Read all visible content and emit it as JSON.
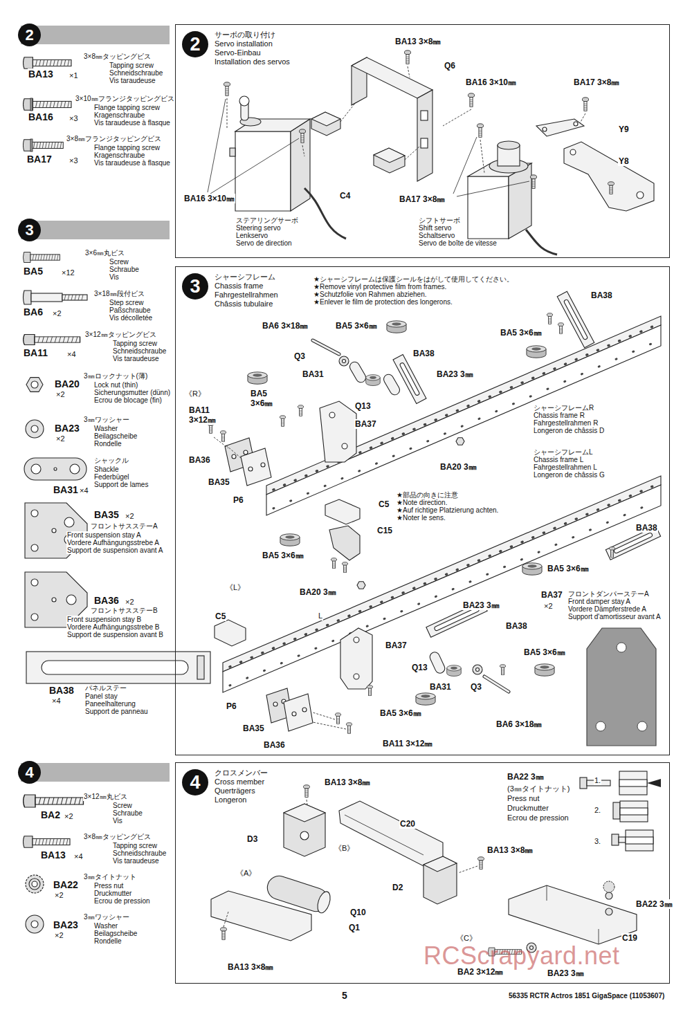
{
  "diagram": {
    "nodes": [
      {
        "text": [
          "2"
        ]
      },
      {
        "text": [
          "3"
        ]
      },
      {
        "text": [
          "4"
        ]
      },
      {
        "text": [
          "2",
          "サーボの取り付け",
          "Servo installation",
          "Servo-Einbau",
          "Installation des servos"
        ]
      },
      {
        "text": [
          "3",
          "シャーシフレーム",
          "Chassis frame",
          "Fahrgestellrahmen",
          "Châssis tubulaire"
        ]
      },
      {
        "text": [
          "4",
          "クロスメンバー",
          "Cross member",
          "Querträgers",
          "Longeron"
        ]
      }
    ],
    "labels": [
      "3×8㎜タッピングビス",
      "Tapping screw",
      "Schneidschraube",
      "Vis taraudeuse",
      "BA13",
      "×1",
      "3×10㎜フランジタッピングビス",
      "Flange tapping screw",
      "Kragenschraube",
      "Vis taraudeuse à flasque",
      "BA16",
      "×3",
      "3×8㎜フランジタッピングビス",
      "Flange tapping screw",
      "Kragenschraube",
      "Vis taraudeuse à flasque",
      "BA17",
      "×3",
      "3×6㎜丸ビス",
      "Screw",
      "Schraube",
      "Vis",
      "BA5",
      "×12",
      "3×18㎜段付ビス",
      "Step screw",
      "Paßschraube",
      "Vis décolletée",
      "BA6",
      "×2",
      "3×12㎜タッピングビス",
      "Tapping screw",
      "Schneidschraube",
      "Vis taraudeuse",
      "BA11",
      "×4",
      "3㎜ロックナット(薄)",
      "Lock nut (thin)",
      "Sicherungsmutter (dünn)",
      "Ecrou de blocage (fin)",
      "BA20",
      "×2",
      "3㎜ワッシャー",
      "Washer",
      "Beilagscheibe",
      "Rondelle",
      "BA23",
      "×2",
      "シャックル",
      "Shackle",
      "Federbügel",
      "Support de lames",
      "BA31",
      "×4",
      "BA35",
      "×2",
      "フロントサスステーA",
      "Front suspension stay A",
      "Vordere Aufhängungsstrebe A",
      "Support de suspension avant A",
      "BA36",
      "×2",
      "フロントサスステーB",
      "Front suspension stay B",
      "Vordere Aufhängungsstrebe B",
      "Support de suspension avant B",
      "BA38",
      "×4",
      "パネルステー",
      "Panel stay",
      "Paneelhalterung",
      "Support de panneau",
      "3×12㎜丸ビス",
      "Screw",
      "Schraube",
      "Vis",
      "BA2",
      "×2",
      "3×8㎜タッピングビス",
      "Tapping screw",
      "Schneidschraube",
      "Vis taraudeuse",
      "BA13",
      "×4",
      "3㎜タイトナット",
      "Press nut",
      "Druckmutter",
      "Ecrou de pression",
      "BA22",
      "×2",
      "3㎜ワッシャー",
      "Washer",
      "Beilagscheibe",
      "Rondelle",
      "BA23",
      "×2",
      "BA13 3×8㎜",
      "Q6",
      "BA16 3×10㎜",
      "BA17 3×8㎜",
      "Y9",
      "Y8",
      "BA16 3×10㎜",
      "C4",
      "BA17 3×8㎜",
      "ステアリングサーボ",
      "Steering servo",
      "Lenkservo",
      "Servo de direction",
      "シフトサーボ",
      "Shift servo",
      "Schaltservo",
      "Servo de boîte de vitesse",
      "★シャーシフレームは保護シールをはがして使用してください。",
      "★Remove vinyl protective film from frames.",
      "★Schutzfolie von Rahmen abziehen.",
      "★Enlever le film de protection des longerons.",
      "BA6 3×18㎜",
      "BA5 3×6㎜",
      "BA38",
      "BA5 3×6㎜",
      "Q3",
      "BA38",
      "BA31",
      "BA23 3㎜",
      "《R》",
      "BA5 3×6㎜",
      "BA11 3×12㎜",
      "Q13",
      "BA37",
      "シャーシフレームR",
      "Chassis frame R",
      "Fahrgestellrahmen R",
      "Longeron de châssis D",
      "BA36",
      "BA20 3㎜",
      "シャーシフレームL",
      "Chassis frame L",
      "Fahrgestellrahmen L",
      "Longeron de châssis G",
      "BA35",
      "P6",
      "★部品の向きに注意",
      "★Note direction.",
      "★Auf richtige Platzierung achten.",
      "★Noter le sens.",
      "C5",
      "C15",
      "BA5 3×6㎜",
      "BA38",
      "BA5 3×6㎜",
      "《L》",
      "BA20 3㎜",
      "BA37",
      "×2",
      "フロントダンパーステーA",
      "Front damper stay A",
      "Vordere Dämpferstrede A",
      "Support d'amortisseur avant A",
      "C5",
      "BA23 3㎜",
      "L",
      "BA38",
      "BA37",
      "BA5 3×6㎜",
      "Q13",
      "BA31",
      "Q3",
      "P6",
      "BA5 3×6㎜",
      "BA6 3×18㎜",
      "BA35",
      "BA36",
      "BA11 3×12㎜",
      "BA13 3×8㎜",
      "BA22 3㎜",
      "(3㎜タイトナット)",
      "Press nut",
      "Druckmutter",
      "Ecrou de pression",
      "1.",
      "2.",
      "3.",
      "C20",
      "D3",
      "《B》",
      "BA13 3×8㎜",
      "《A》",
      "D2",
      "BA22 3㎜",
      "Q10",
      "Q1",
      "C19",
      "《C》",
      "BA13 3×8㎜",
      "BA2 3×12㎜",
      "BA23 3㎜",
      "RCScrapyard.net",
      "5",
      "56335 RCTR Actros 1851 GigaSpace (11053607)"
    ]
  }
}
